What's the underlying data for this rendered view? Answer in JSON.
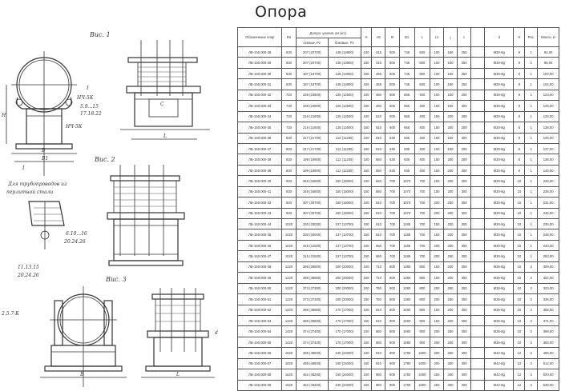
{
  "title": "Опора",
  "figures": {
    "fig1": "Вис. 1",
    "fig2": "Вис. 2",
    "fig3": "Вис. 3",
    "note_line1": "Для трубопроводов из",
    "note_line2": "перлитной стали",
    "section_mark": "I",
    "lbl_B": "B",
    "lbl_B1": "B1",
    "lbl_L": "L",
    "lbl_H": "H",
    "lbl_C": "C",
    "lbl_d": "d",
    "weld1": "НЧ-5К",
    "weld2": "НЧ-5К",
    "ref1": "5.9...15",
    "ref2": "17.18.22",
    "ref3": "6.10...16",
    "ref4": "20.24.26",
    "ref5": "11.13.15",
    "ref6": "20.24.26",
    "ref7": "2.5.7-К"
  },
  "table": {
    "headers": {
      "designation": "Обозначение опор",
      "dn": "Dн",
      "loads": "Допуск. усилия, кН (кгс)",
      "axial": "осевые, Рz",
      "lateral": "боковые, Рх",
      "H": "H",
      "H1": "H1",
      "B": "B",
      "B1": "B1",
      "L": "L",
      "L1": "L1",
      "j": "j",
      "c": "c",
      "d": "d",
      "K": "K",
      "fig": "Рис.",
      "mass": "Масса, кг"
    },
    "rows": [
      [
        "ЛБ-150.000-28",
        "630",
        "207 (20700)",
        "148 (14800)",
        "100",
        "415",
        "500",
        "745",
        "500",
        "100",
        "150",
        "250",
        "М30-8g",
        "8",
        "1",
        "94,00"
      ],
      [
        "ЛБ-150.000-29",
        "630",
        "207 (20700)",
        "148 (14800)",
        "150",
        "415",
        "500",
        "745",
        "500",
        "100",
        "150",
        "250",
        "М30-8g",
        "8",
        "1",
        "98,00"
      ],
      [
        "ЛБ-150.000-30",
        "630",
        "187 (18700)",
        "148 (14800)",
        "150",
        "465",
        "500",
        "745",
        "500",
        "100",
        "150",
        "250",
        "М30-8g",
        "8",
        "1",
        "102,00"
      ],
      [
        "ЛБ-150.000-31",
        "630",
        "187 (18700)",
        "148 (14800)",
        "150",
        "465",
        "500",
        "745",
        "500",
        "100",
        "150",
        "250",
        "М30-8g",
        "8",
        "1",
        "104,00"
      ],
      [
        "ЛБ-150.000-32",
        "720",
        "236 (23600)",
        "125 (12500)",
        "100",
        "460",
        "600",
        "855",
        "400",
        "100",
        "150",
        "200",
        "М30-8g",
        "8",
        "1",
        "123,00"
      ],
      [
        "ЛБ-150.000-33",
        "720",
        "236 (23600)",
        "125 (12500)",
        "150",
        "460",
        "600",
        "855",
        "400",
        "100",
        "150",
        "200",
        "М30-8g",
        "8",
        "1",
        "125,00"
      ],
      [
        "ЛБ-150.000-34",
        "720",
        "216 (21600)",
        "125 (12500)",
        "100",
        "510",
        "600",
        "855",
        "400",
        "150",
        "200",
        "200",
        "М30-8g",
        "8",
        "1",
        "128,00"
      ],
      [
        "ЛБ-150.000-35",
        "720",
        "216 (21600)",
        "125 (12500)",
        "150",
        "510",
        "600",
        "855",
        "400",
        "150",
        "200",
        "200",
        "М30-8g",
        "8",
        "1",
        "138,00"
      ],
      [
        "ЛБ-150.000-36",
        "820",
        "217 (21700)",
        "112 (11200)",
        "100",
        "510",
        "630",
        "935",
        "400",
        "100",
        "150",
        "200",
        "М30-8g",
        "8",
        "1",
        "129,00"
      ],
      [
        "ЛБ-150.000-37",
        "820",
        "217 (21700)",
        "112 (11200)",
        "150",
        "510",
        "630",
        "935",
        "400",
        "100",
        "150",
        "200",
        "М30-8g",
        "8",
        "1",
        "137,00"
      ],
      [
        "ЛБ-150.000-38",
        "820",
        "199 (19900)",
        "112 (11200)",
        "100",
        "560",
        "630",
        "935",
        "400",
        "150",
        "200",
        "200",
        "М30-8g",
        "8",
        "1",
        "136,00"
      ],
      [
        "ЛБ-150.000-39",
        "820",
        "199 (19900)",
        "112 (11200)",
        "150",
        "560",
        "630",
        "935",
        "400",
        "150",
        "200",
        "200",
        "М30-8g",
        "8",
        "1",
        "145,00"
      ],
      [
        "ЛБ-150.000-40",
        "920",
        "348 (34800)",
        "150 (15000)",
        "100",
        "560",
        "700",
        "1070",
        "700",
        "150",
        "200",
        "300",
        "М30-8g",
        "10",
        "1",
        "226,00"
      ],
      [
        "ЛБ-150.000-41",
        "920",
        "348 (34800)",
        "150 (15000)",
        "150",
        "560",
        "700",
        "1070",
        "700",
        "150",
        "200",
        "300",
        "М30-8g",
        "10",
        "1",
        "236,00"
      ],
      [
        "ЛБ-150.000-42",
        "920",
        "307 (30700)",
        "150 (15000)",
        "100",
        "610",
        "700",
        "1070",
        "700",
        "200",
        "250",
        "300",
        "М30-8g",
        "10",
        "1",
        "231,00"
      ],
      [
        "ЛБ-150.000-43",
        "920",
        "307 (30700)",
        "150 (15000)",
        "150",
        "610",
        "700",
        "1070",
        "700",
        "200",
        "250",
        "300",
        "М30-8g",
        "10",
        "1",
        "246,00"
      ],
      [
        "ЛБ-150.000-44",
        "1020",
        "330 (33000)",
        "137 (13700)",
        "100",
        "610",
        "700",
        "1185",
        "700",
        "150",
        "200",
        "300",
        "М30-8g",
        "10",
        "1",
        "236,00"
      ],
      [
        "ЛБ-150.000-45",
        "1020",
        "330 (33000)",
        "137 (13700)",
        "150",
        "610",
        "700",
        "1185",
        "700",
        "150",
        "200",
        "300",
        "М30-8g",
        "10",
        "1",
        "248,00"
      ],
      [
        "ЛБ-150.000-46",
        "1020",
        "315 (31500)",
        "137 (13700)",
        "100",
        "660",
        "700",
        "1185",
        "700",
        "200",
        "250",
        "300",
        "М30-8g",
        "10",
        "1",
        "240,00"
      ],
      [
        "ЛБ-150.000-47",
        "1020",
        "315 (31500)",
        "137 (13700)",
        "150",
        "660",
        "700",
        "1185",
        "700",
        "200",
        "250",
        "300",
        "М30-8g",
        "10",
        "1",
        "253,00"
      ],
      [
        "ЛБ-150.000-48",
        "1220",
        "396 (39600)",
        "200 (20000)",
        "100",
        "710",
        "800",
        "1380",
        "800",
        "150",
        "200",
        "300",
        "М36-8g",
        "10",
        "2",
        "309,00"
      ],
      [
        "ЛБ-150.000-49",
        "1220",
        "396 (39600)",
        "200 (20000)",
        "150",
        "710",
        "800",
        "1380",
        "800",
        "150",
        "200",
        "300",
        "М36-8g",
        "10",
        "2",
        "322,00"
      ],
      [
        "ЛБ-150.000-50",
        "1220",
        "373 (37300)",
        "200 (20000)",
        "100",
        "760",
        "800",
        "1380",
        "800",
        "200",
        "250",
        "300",
        "М36-8g",
        "10",
        "2",
        "323,00"
      ],
      [
        "ЛБ-150.000-51",
        "1220",
        "373 (37300)",
        "200 (20000)",
        "150",
        "760",
        "800",
        "1380",
        "800",
        "200",
        "250",
        "300",
        "М36-8g",
        "10",
        "2",
        "336,00"
      ],
      [
        "ЛБ-150.000-52",
        "1420",
        "396 (39600)",
        "170 (17000)",
        "100",
        "810",
        "800",
        "1590",
        "900",
        "150",
        "200",
        "300",
        "М36-8g",
        "10",
        "2",
        "356,00"
      ],
      [
        "ЛБ-150.000-53",
        "1420",
        "396 (39600)",
        "170 (17000)",
        "150",
        "810",
        "800",
        "1590",
        "900",
        "150",
        "200",
        "300",
        "М36-8g",
        "10",
        "2",
        "371,00"
      ],
      [
        "ЛБ-150.000-54",
        "1420",
        "374 (37400)",
        "170 (17000)",
        "100",
        "860",
        "800",
        "1590",
        "900",
        "200",
        "250",
        "300",
        "М36-8g",
        "10",
        "2",
        "369,00"
      ],
      [
        "ЛБ-150.000-55",
        "1420",
        "374 (37400)",
        "170 (17000)",
        "150",
        "860",
        "800",
        "1590",
        "900",
        "200",
        "250",
        "300",
        "М36-8g",
        "10",
        "2",
        "383,00"
      ],
      [
        "ЛБ-150.000-56",
        "1620",
        "485 (48500)",
        "240 (24000)",
        "100",
        "910",
        "900",
        "1780",
        "1000",
        "200",
        "250",
        "300",
        "М42-8g",
        "12",
        "2",
        "495,00"
      ],
      [
        "ЛБ-150.000-57",
        "1620",
        "485 (48500)",
        "240 (24000)",
        "150",
        "910",
        "900",
        "1780",
        "1000",
        "200",
        "250",
        "300",
        "М42-8g",
        "12",
        "2",
        "512,00"
      ],
      [
        "ЛБ-150.000-58",
        "1620",
        "462 (46200)",
        "240 (24000)",
        "100",
        "960",
        "900",
        "1780",
        "1000",
        "250",
        "300",
        "300",
        "М42-8g",
        "12",
        "2",
        "520,00"
      ],
      [
        "ЛБ-150.000-59",
        "1620",
        "462 (46200)",
        "240 (24000)",
        "150",
        "960",
        "900",
        "1780",
        "1000",
        "250",
        "300",
        "300",
        "М42-8g",
        "12",
        "2",
        "539,00"
      ]
    ]
  }
}
